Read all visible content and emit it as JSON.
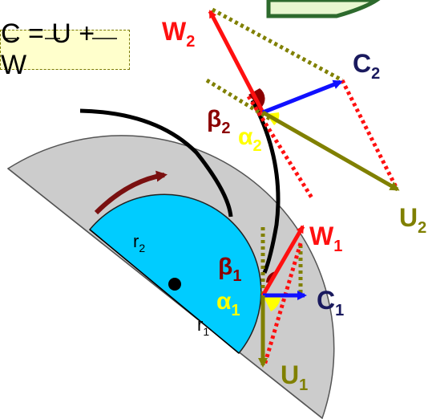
{
  "equation": "C = U + W",
  "labels": {
    "W2": "W",
    "W2_sub": "2",
    "C2": "C",
    "C2_sub": "2",
    "U2": "U",
    "U2_sub": "2",
    "beta2": "β",
    "beta2_sub": "2",
    "alpha2": "α",
    "alpha2_sub": "2",
    "W1": "W",
    "W1_sub": "1",
    "C1": "C",
    "C1_sub": "1",
    "U1": "U",
    "U1_sub": "1",
    "beta1": "β",
    "beta1_sub": "1",
    "alpha1": "α",
    "alpha1_sub": "1",
    "r1": "r",
    "r1_sub": "1",
    "r2": "r",
    "r2_sub": "2"
  },
  "colors": {
    "W": "#ff1010",
    "C": "#1010ff",
    "U": "#808000",
    "beta": "#8b0000",
    "alpha": "#ffff00",
    "C_text": "#1a1a5e",
    "impeller": "#cccccc",
    "hub": "#00ccff",
    "rotation_arrow": "#7a1010"
  }
}
